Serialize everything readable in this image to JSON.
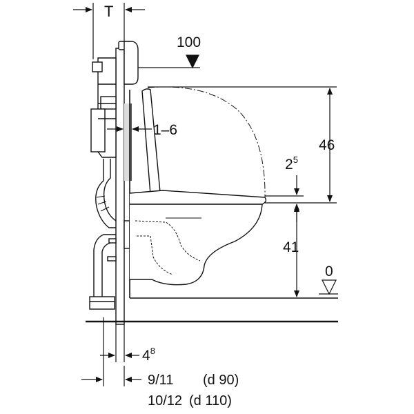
{
  "labels": {
    "t": "T",
    "top_level": "100",
    "gap": "1–6",
    "height_total": "46",
    "seat_gap_base": "2",
    "seat_gap_sup": "5",
    "height_seat": "41",
    "floor": "0",
    "offset_base": "4",
    "offset_sup": "8",
    "pipe_small": "9/11",
    "pipe_small_d": "(d 90)",
    "pipe_large": "10/12",
    "pipe_large_d": "(d 110)"
  },
  "colors": {
    "ink": "#111111",
    "wall_fill": "#dcdcdc",
    "background": "#ffffff"
  }
}
